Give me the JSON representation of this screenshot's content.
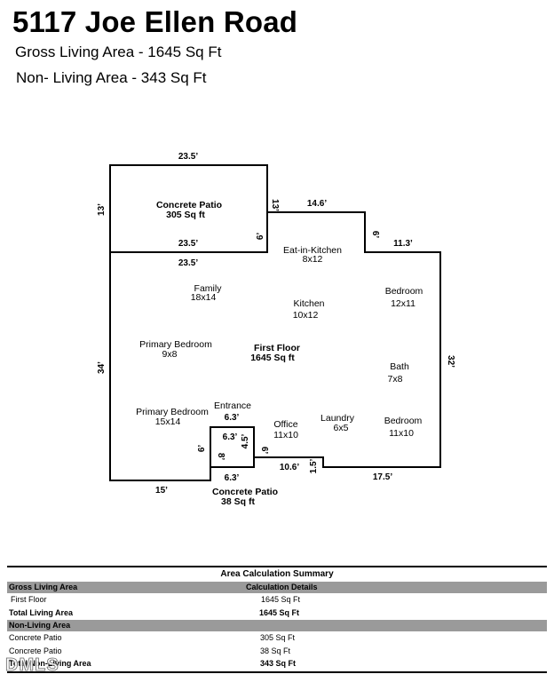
{
  "header": {
    "title": "5117 Joe Ellen Road",
    "gross_living": "Gross Living Area - 1645 Sq Ft",
    "non_living": "Non- Living Area - 343 Sq Ft"
  },
  "plan": {
    "dimensions": {
      "patio_top": "23.5’",
      "patio_left": "13’",
      "patio_right_upper": "13’",
      "patio_right_lower": "6’",
      "patio_bottom": "23.5’",
      "house_top_left": "23.5’",
      "kitchen_top": "14.6’",
      "kitchen_step": "6’",
      "right_top": "11.3’",
      "right_side": "32’",
      "left_side": "34’",
      "bottom_left": "15’",
      "left_notch": "6’",
      "entry_top": "6.3’",
      "entry_inner_top": "6.3’",
      "entry_inner_right": "4.5’",
      "entry_inner_left": "8’",
      "entry_bottom": "6.3’",
      "office_left": "6’",
      "bottom_mid": "10.6’",
      "step_up": "1.5’",
      "bottom_right": "17.5’"
    },
    "patio_top_label": {
      "name": "Concrete Patio",
      "area": "305 Sq ft"
    },
    "patio_bottom_label": {
      "name": "Concrete Patio",
      "area": "38 Sq ft"
    },
    "floor_label": {
      "name": "First Floor",
      "area": "1645 Sq ft"
    },
    "rooms": [
      {
        "name": "Eat-in-Kitchen",
        "size": "8x12"
      },
      {
        "name": "Family",
        "size": "18x14"
      },
      {
        "name": "Kitchen",
        "size": "10x12"
      },
      {
        "name": "Bedroom",
        "size": "12x11"
      },
      {
        "name": "Primary Bedroom",
        "size": "9x8"
      },
      {
        "name": "Bath",
        "size": "7x8"
      },
      {
        "name": "Entrance",
        "size": ""
      },
      {
        "name": "Primary Bedroom",
        "size": "15x14"
      },
      {
        "name": "Office",
        "size": "11x10"
      },
      {
        "name": "Laundry",
        "size": "6x5"
      },
      {
        "name": "Bedroom",
        "size": "11x10"
      }
    ]
  },
  "summary": {
    "title": "Area Calculation Summary",
    "gross_header": "Gross Living Area",
    "details_header": "Calculation Details",
    "first_floor_label": "First Floor",
    "first_floor_value": "1645 Sq Ft",
    "total_living_label": "Total Living Area",
    "total_living_value": "1645 Sq Ft",
    "non_living_header": "Non-Living Area",
    "patio1_label": "Concrete Patio",
    "patio1_value": "305 Sq Ft",
    "patio2_label": "Concrete Patio",
    "patio2_value": "38 Sq Ft",
    "total_non_living_label": "Total Non-Living Area",
    "total_non_living_value": "343 Sq Ft"
  },
  "watermark": "DMLS"
}
